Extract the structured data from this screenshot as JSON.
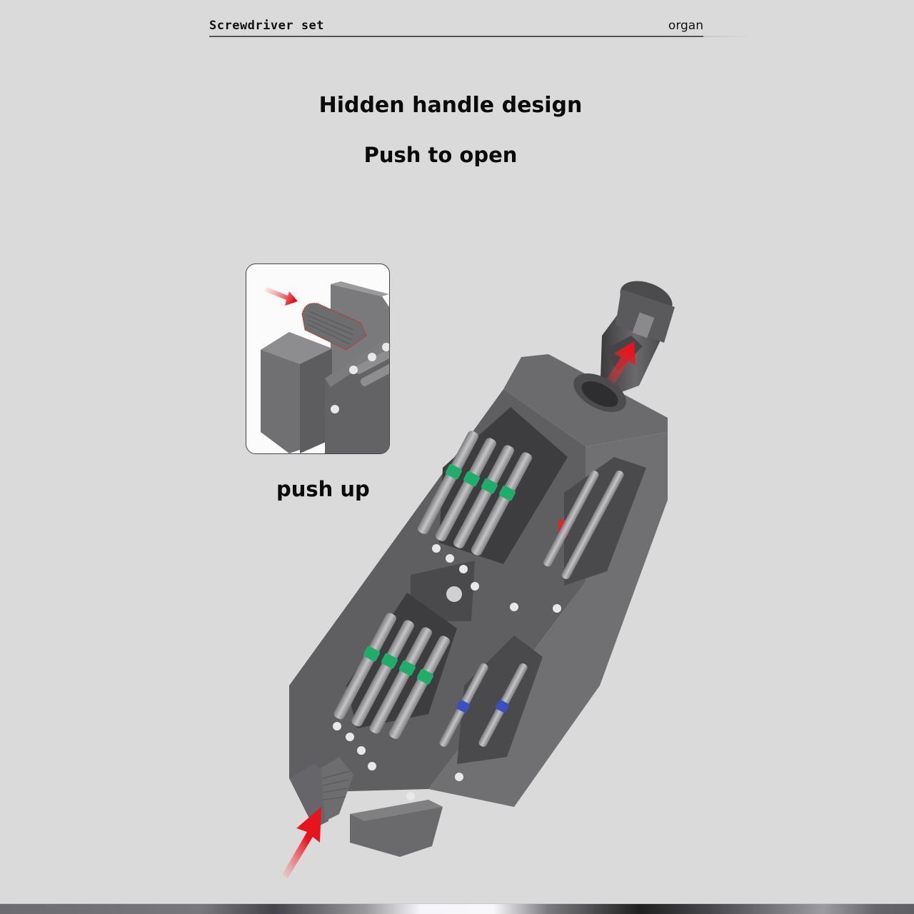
{
  "header": {
    "brand": "Screwdriver set",
    "right_label": "organ"
  },
  "headline": {
    "line1": "Hidden handle design",
    "line2": "Push to open"
  },
  "inset": {
    "caption": "push up",
    "arrow_color": "#e8141c"
  },
  "product": {
    "body_color": "#5f5f62",
    "bit_collar_color_green": "#1fae6a",
    "bit_collar_color_blue": "#3a4fc0",
    "bit_collar_color_red": "#d42a2a",
    "arrow_color": "#e8141c"
  }
}
